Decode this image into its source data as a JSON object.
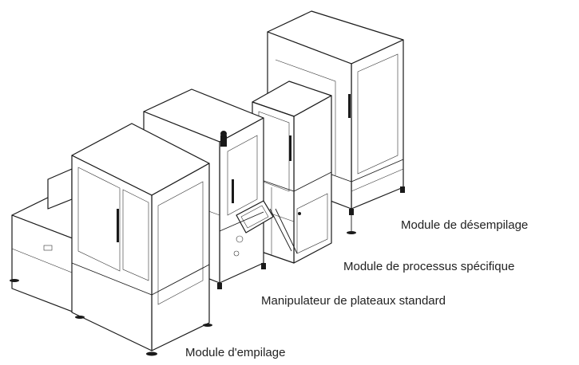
{
  "labels": {
    "unstacking": "Module de désempilage",
    "specific_process": "Module de processus spécifique",
    "tray_handler": "Manipulateur de plateaux standard",
    "stacking": "Module d'empilage"
  },
  "colors": {
    "line": "#1a1a1a",
    "background": "#ffffff",
    "text": "#222222"
  }
}
